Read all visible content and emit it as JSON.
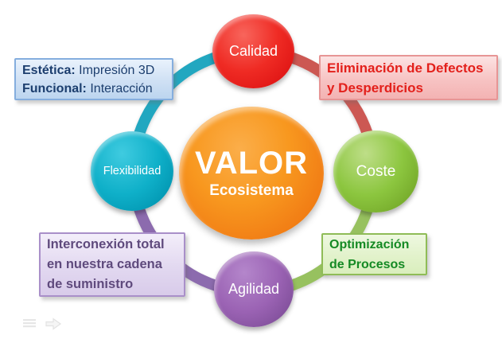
{
  "slide": {
    "background": "#ffffff"
  },
  "diagram": {
    "center": {
      "title": "VALOR",
      "subtitle": "Ecosistema",
      "color": "#f6891e"
    },
    "nodes": {
      "calidad": {
        "label": "Calidad",
        "color": "#ee2524"
      },
      "coste": {
        "label": "Coste",
        "color": "#8cc63f"
      },
      "agilidad": {
        "label": "Agilidad",
        "color": "#9b63b4"
      },
      "flexibilidad": {
        "label": "Flexibilidad",
        "color": "#0fb0c9"
      }
    },
    "ring": {
      "teal": "#22a7c0",
      "red": "#cc5853",
      "green": "#97c15f",
      "purple": "#8c6bae"
    },
    "callouts": {
      "estetica": {
        "line1_bold": "Estética:",
        "line1_text": "Impresión 3D",
        "line2_bold": "Funcional:",
        "line2_text": "Interacción",
        "text_color": "#1c3e6e",
        "border_color": "#85aede"
      },
      "eliminacion": {
        "line1": "Eliminación de Defectos",
        "line2": "y Desperdicios",
        "text_color": "#e3201b",
        "border_color": "#e79595"
      },
      "interconexion": {
        "line1": "Interconexión total",
        "line2": "en nuestra cadena",
        "line3": "de suministro",
        "text_color": "#5f4a7d",
        "border_color": "#a98fc9"
      },
      "optimizacion": {
        "line1": "Optimización",
        "line2": "de Procesos",
        "text_color": "#158a24",
        "border_color": "#8fbc57"
      }
    }
  }
}
